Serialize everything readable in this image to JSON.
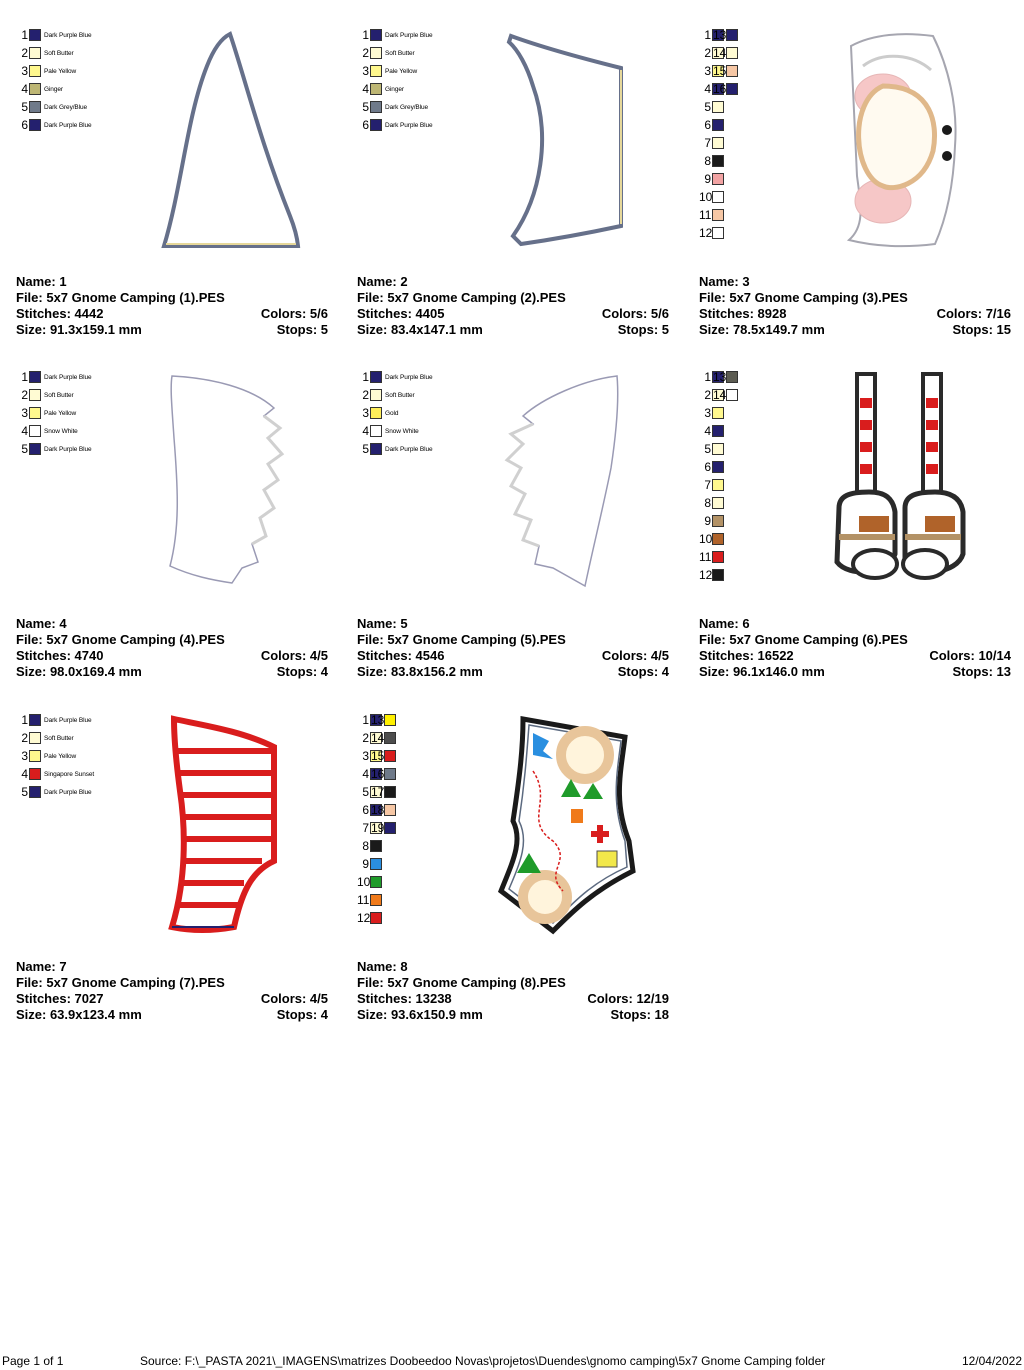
{
  "colors": {
    "purple": "#24206e",
    "soft": "#fffbd3",
    "pale": "#fff88e",
    "ginger": "#bdb674",
    "grey": "#6f7a8a",
    "white": "#ffffff",
    "black": "#1a1a1a",
    "pink": "#f2a3a3",
    "peach": "#f6c7a5",
    "gold": "#ffef5a",
    "tan": "#b39266",
    "brown": "#b0632a",
    "red": "#d91d1d",
    "blue": "#2a8fe0",
    "green": "#1f9b2a",
    "orange": "#f07a1a",
    "darkgrey": "#4d4d4d",
    "greygreen": "#5c5c52",
    "yellow": "#fff000"
  },
  "designs": [
    {
      "name_label": "Name: 1",
      "file_label": "File: 5x7 Gnome Camping (1).PES",
      "stitches_label": "Stitches: 4442",
      "colors_label": "Colors: 5/6",
      "size_label": "Size: 91.3x159.1 mm",
      "stops_label": "Stops: 5",
      "palette": [
        {
          "n": "1",
          "name": "Dark Purple Blue",
          "color": "#24206e"
        },
        {
          "n": "2",
          "name": "Soft Butter",
          "color": "#fffbd3"
        },
        {
          "n": "3",
          "name": "Pale Yellow",
          "color": "#fff88e"
        },
        {
          "n": "4",
          "name": "Ginger",
          "color": "#bdb674"
        },
        {
          "n": "5",
          "name": "Dark Grey/Blue",
          "color": "#6f7a8a"
        },
        {
          "n": "6",
          "name": "Dark Purple Blue",
          "color": "#24206e"
        }
      ]
    },
    {
      "name_label": "Name: 2",
      "file_label": "File: 5x7 Gnome Camping (2).PES",
      "stitches_label": "Stitches: 4405",
      "colors_label": "Colors: 5/6",
      "size_label": "Size: 83.4x147.1 mm",
      "stops_label": "Stops: 5",
      "palette": [
        {
          "n": "1",
          "name": "Dark Purple Blue",
          "color": "#24206e"
        },
        {
          "n": "2",
          "name": "Soft Butter",
          "color": "#fffbd3"
        },
        {
          "n": "3",
          "name": "Pale Yellow",
          "color": "#fff88e"
        },
        {
          "n": "4",
          "name": "Ginger",
          "color": "#bdb674"
        },
        {
          "n": "5",
          "name": "Dark Grey/Blue",
          "color": "#6f7a8a"
        },
        {
          "n": "6",
          "name": "Dark Purple Blue",
          "color": "#24206e"
        }
      ]
    },
    {
      "name_label": "Name: 3",
      "file_label": "File: 5x7 Gnome Camping (3).PES",
      "stitches_label": "Stitches: 8928",
      "colors_label": "Colors: 7/16",
      "size_label": "Size: 78.5x149.7 mm",
      "stops_label": "Stops: 15",
      "palette": [
        {
          "n": "1",
          "color": "#24206e"
        },
        {
          "n": "2",
          "color": "#fffbd3"
        },
        {
          "n": "3",
          "color": "#fff88e"
        },
        {
          "n": "4",
          "color": "#24206e"
        },
        {
          "n": "5",
          "color": "#fffbd3"
        },
        {
          "n": "6",
          "color": "#24206e"
        },
        {
          "n": "7",
          "color": "#fffbd3"
        },
        {
          "n": "8",
          "color": "#1a1a1a"
        },
        {
          "n": "9",
          "color": "#f2a3a3"
        },
        {
          "n": "10",
          "color": "#ffffff"
        },
        {
          "n": "11",
          "color": "#f6c7a5"
        },
        {
          "n": "12",
          "color": "#ffffff"
        }
      ],
      "palette2": [
        {
          "n": "13",
          "color": "#24206e"
        },
        {
          "n": "14",
          "color": "#fffbd3"
        },
        {
          "n": "15",
          "color": "#f6c7a5"
        },
        {
          "n": "16",
          "color": "#24206e"
        }
      ]
    },
    {
      "name_label": "Name: 4",
      "file_label": "File: 5x7 Gnome Camping (4).PES",
      "stitches_label": "Stitches: 4740",
      "colors_label": "Colors: 4/5",
      "size_label": "Size: 98.0x169.4 mm",
      "stops_label": "Stops: 4",
      "palette": [
        {
          "n": "1",
          "name": "Dark Purple Blue",
          "color": "#24206e"
        },
        {
          "n": "2",
          "name": "Soft Butter",
          "color": "#fffbd3"
        },
        {
          "n": "3",
          "name": "Pale Yellow",
          "color": "#fff88e"
        },
        {
          "n": "4",
          "name": "Snow White",
          "color": "#ffffff"
        },
        {
          "n": "5",
          "name": "Dark Purple Blue",
          "color": "#24206e"
        }
      ]
    },
    {
      "name_label": "Name: 5",
      "file_label": "File: 5x7 Gnome Camping (5).PES",
      "stitches_label": "Stitches: 4546",
      "colors_label": "Colors: 4/5",
      "size_label": "Size: 83.8x156.2 mm",
      "stops_label": "Stops: 4",
      "palette": [
        {
          "n": "1",
          "name": "Dark Purple Blue",
          "color": "#24206e"
        },
        {
          "n": "2",
          "name": "Soft Butter",
          "color": "#fffbd3"
        },
        {
          "n": "3",
          "name": "Gold",
          "color": "#ffef5a"
        },
        {
          "n": "4",
          "name": "Snow White",
          "color": "#ffffff"
        },
        {
          "n": "5",
          "name": "Dark Purple Blue",
          "color": "#24206e"
        }
      ]
    },
    {
      "name_label": "Name: 6",
      "file_label": "File: 5x7 Gnome Camping (6).PES",
      "stitches_label": "Stitches: 16522",
      "colors_label": "Colors: 10/14",
      "size_label": "Size: 96.1x146.0 mm",
      "stops_label": "Stops: 13",
      "palette": [
        {
          "n": "1",
          "color": "#24206e"
        },
        {
          "n": "2",
          "color": "#fffbd3"
        },
        {
          "n": "3",
          "color": "#fff88e"
        },
        {
          "n": "4",
          "color": "#24206e"
        },
        {
          "n": "5",
          "color": "#fffbd3"
        },
        {
          "n": "6",
          "color": "#24206e"
        },
        {
          "n": "7",
          "color": "#fff88e"
        },
        {
          "n": "8",
          "color": "#fffbd3"
        },
        {
          "n": "9",
          "color": "#b39266"
        },
        {
          "n": "10",
          "color": "#b0632a"
        },
        {
          "n": "11",
          "color": "#d91d1d"
        },
        {
          "n": "12",
          "color": "#1a1a1a"
        }
      ],
      "palette2": [
        {
          "n": "13",
          "color": "#5c5c52"
        },
        {
          "n": "14",
          "color": "#ffffff"
        }
      ]
    },
    {
      "name_label": "Name: 7",
      "file_label": "File: 5x7 Gnome Camping (7).PES",
      "stitches_label": "Stitches: 7027",
      "colors_label": "Colors: 4/5",
      "size_label": "Size: 63.9x123.4 mm",
      "stops_label": "Stops: 4",
      "palette": [
        {
          "n": "1",
          "name": "Dark Purple Blue",
          "color": "#24206e"
        },
        {
          "n": "2",
          "name": "Soft Butter",
          "color": "#fffbd3"
        },
        {
          "n": "3",
          "name": "Pale Yellow",
          "color": "#fff88e"
        },
        {
          "n": "4",
          "name": "Singapore Sunset",
          "color": "#d91d1d"
        },
        {
          "n": "5",
          "name": "Dark Purple Blue",
          "color": "#24206e"
        }
      ]
    },
    {
      "name_label": "Name: 8",
      "file_label": "File: 5x7 Gnome Camping (8).PES",
      "stitches_label": "Stitches: 13238",
      "colors_label": "Colors: 12/19",
      "size_label": "Size: 93.6x150.9 mm",
      "stops_label": "Stops: 18",
      "palette": [
        {
          "n": "1",
          "color": "#24206e"
        },
        {
          "n": "2",
          "color": "#fffbd3"
        },
        {
          "n": "3",
          "color": "#fff88e"
        },
        {
          "n": "4",
          "color": "#24206e"
        },
        {
          "n": "5",
          "color": "#fffbd3"
        },
        {
          "n": "6",
          "color": "#24206e"
        },
        {
          "n": "7",
          "color": "#fffbd3"
        },
        {
          "n": "8",
          "color": "#1a1a1a"
        },
        {
          "n": "9",
          "color": "#2a8fe0"
        },
        {
          "n": "10",
          "color": "#1f9b2a"
        },
        {
          "n": "11",
          "color": "#f07a1a"
        },
        {
          "n": "12",
          "color": "#d91d1d"
        }
      ],
      "palette2": [
        {
          "n": "13",
          "color": "#fff000"
        },
        {
          "n": "14",
          "color": "#4d4d4d"
        },
        {
          "n": "15",
          "color": "#d91d1d"
        },
        {
          "n": "16",
          "color": "#6f7a8a"
        },
        {
          "n": "17",
          "color": "#1a1a1a"
        },
        {
          "n": "18",
          "color": "#f6c7a5"
        },
        {
          "n": "19",
          "color": "#24206e"
        }
      ]
    }
  ],
  "footer": {
    "page": "Page 1 of 1",
    "source": "Source: F:\\_PASTA 2021\\_IMAGENS\\matrizes Doobeedoo Novas\\projetos\\Duendes\\gnomo camping\\5x7 Gnome Camping folder",
    "date": "12/04/2022"
  }
}
